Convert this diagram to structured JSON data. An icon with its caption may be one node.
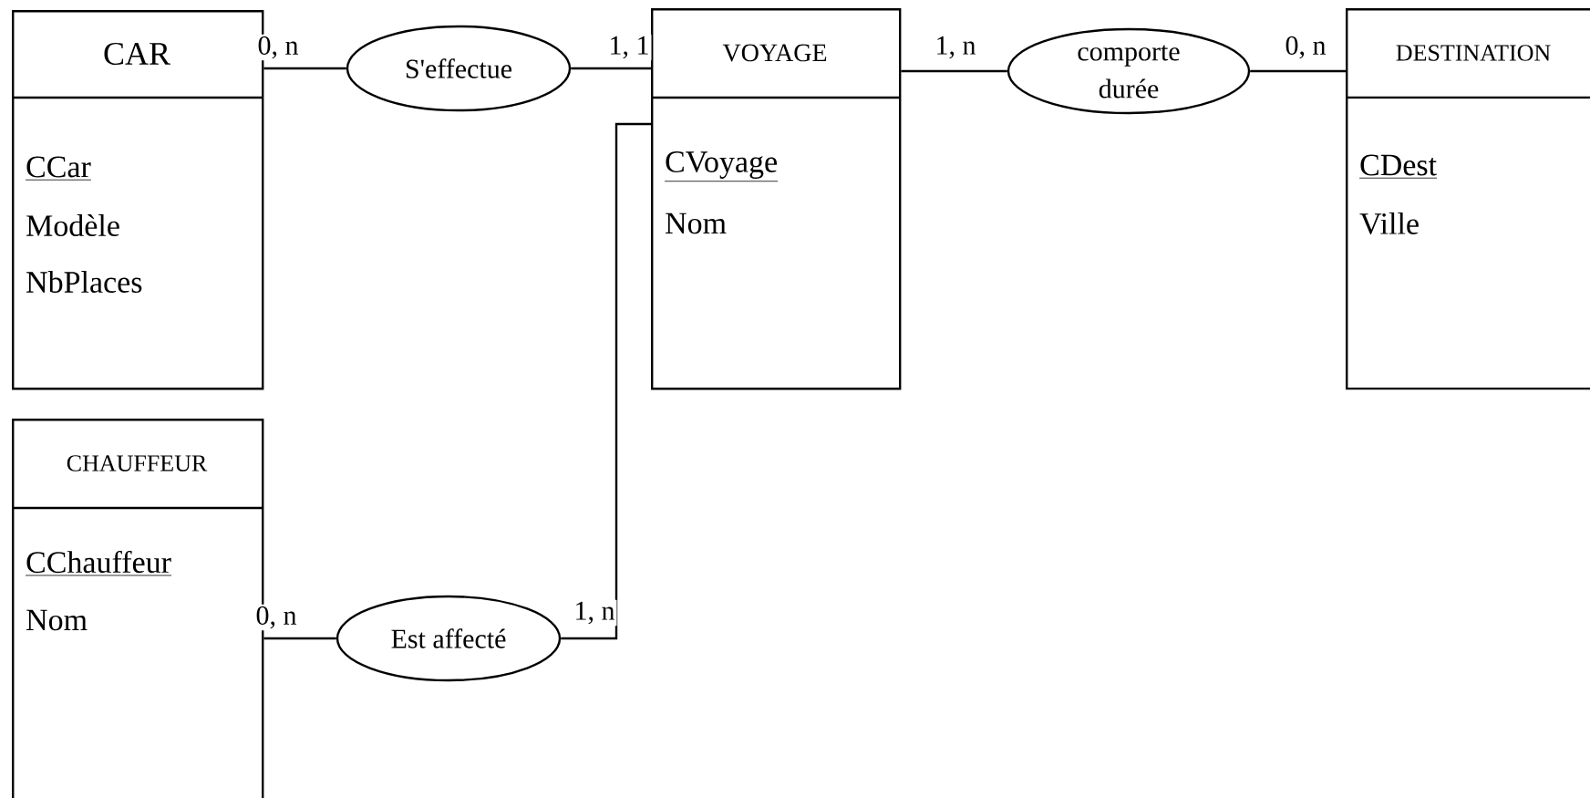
{
  "diagram": {
    "nodes": [
      {
        "text": [
          "CAR",
          "CCar",
          "Modèle",
          "NbPlaces"
        ]
      },
      {
        "text": [
          "S'effectue"
        ]
      },
      {
        "text": [
          "VOYAGE",
          "CVoyage",
          "Nom"
        ]
      },
      {
        "text": [
          "comporte",
          "durée"
        ]
      },
      {
        "text": [
          "DESTINATION",
          "CDest",
          "Ville"
        ]
      },
      {
        "text": [
          "CHAUFFEUR",
          "CChauffeur",
          "Nom"
        ]
      },
      {
        "text": [
          "Est affecté"
        ]
      }
    ],
    "edges": [
      {
        "from": 0,
        "to": 1,
        "arrow": "none",
        "label": "0, n"
      },
      {
        "from": 1,
        "to": 2,
        "arrow": "none",
        "label": "1, 1"
      },
      {
        "from": 2,
        "to": 3,
        "arrow": "none",
        "label": "1, n"
      },
      {
        "from": 3,
        "to": 4,
        "arrow": "none",
        "label": "0, n"
      },
      {
        "from": 5,
        "to": 6,
        "arrow": "none",
        "label": "0, n"
      },
      {
        "from": 6,
        "to": 2,
        "arrow": "none",
        "label": "1, n"
      }
    ]
  }
}
